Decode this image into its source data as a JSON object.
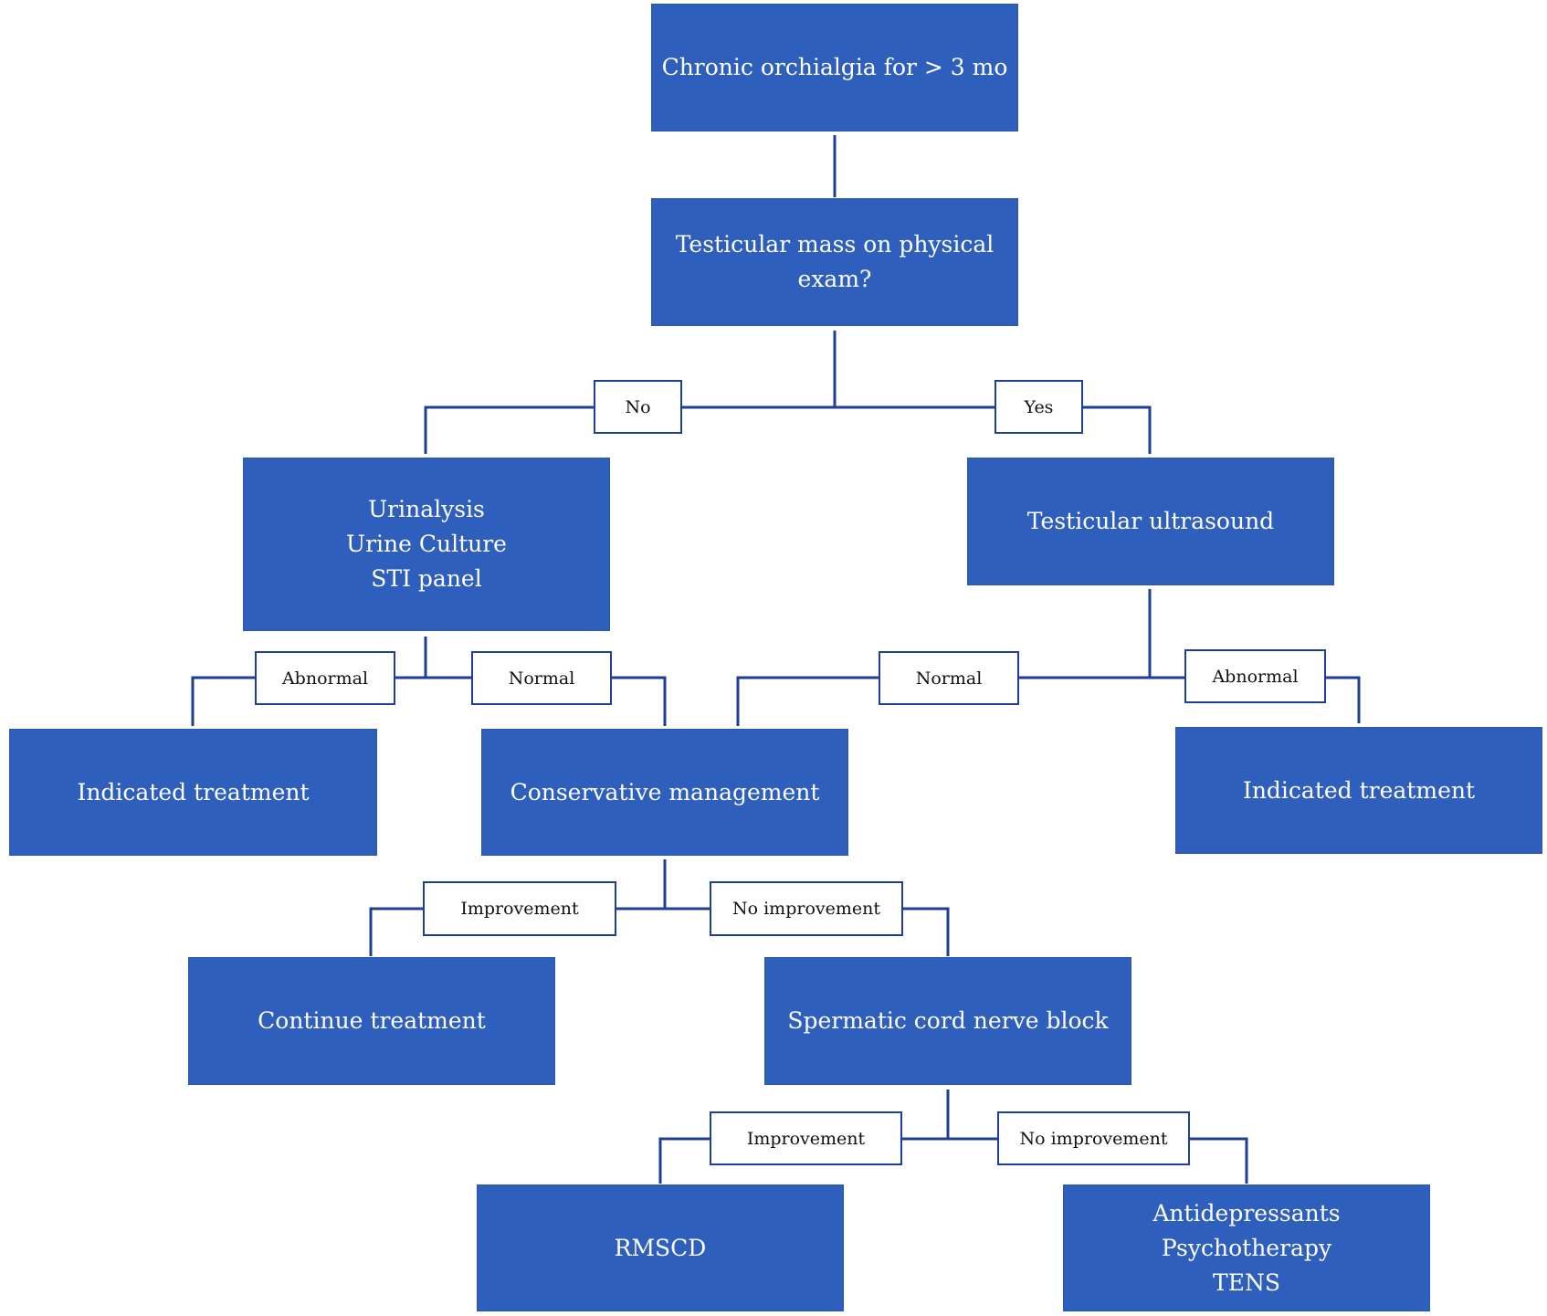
{
  "colors": {
    "node_fill": "#2f5fbd",
    "line": "#1f3f96",
    "label_border": "#1f3f96",
    "node_text": "#ffffff",
    "label_text": "#111111"
  },
  "nodes": {
    "start": "Chronic orchialgia for > 3 mo",
    "mass_question": "Testicular mass on physical exam?",
    "labs": [
      "Urinalysis",
      "Urine Culture",
      "STI panel"
    ],
    "ultrasound": "Testicular ultrasound",
    "indicated_treatment_left": "Indicated treatment",
    "conservative": "Conservative management",
    "indicated_treatment_right": "Indicated treatment",
    "continue_treatment": "Continue treatment",
    "nerve_block": "Spermatic cord nerve block",
    "rmscd": "RMSCD",
    "final_options": [
      "Antidepressants",
      "Psychotherapy",
      "TENS"
    ]
  },
  "edge_labels": {
    "no": "No",
    "yes": "Yes",
    "labs_abnormal": "Abnormal",
    "labs_normal": "Normal",
    "us_normal": "Normal",
    "us_abnormal": "Abnormal",
    "cons_improvement": "Improvement",
    "cons_no_improvement": "No improvement",
    "block_improvement": "Improvement",
    "block_no_improvement": "No improvement"
  }
}
